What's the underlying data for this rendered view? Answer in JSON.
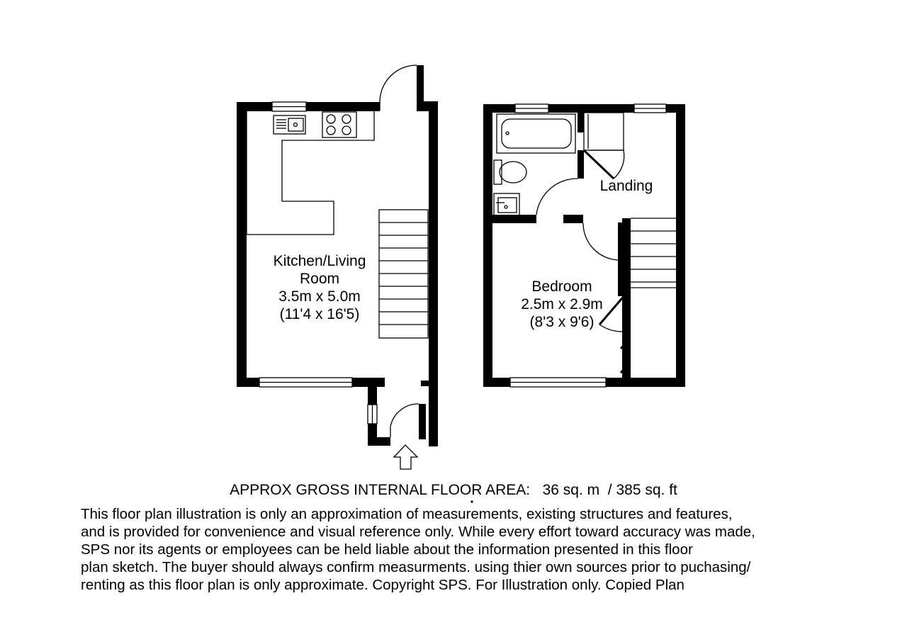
{
  "rooms": {
    "kitchen": {
      "name_line1": "Kitchen/Living",
      "name_line2": "Room",
      "metric": "3.5m x 5.0m",
      "imperial": "(11'4 x 16'5)"
    },
    "bedroom": {
      "name": "Bedroom",
      "metric": "2.5m x 2.9m",
      "imperial": "(8'3 x 9'6)"
    },
    "landing": {
      "name": "Landing"
    }
  },
  "floor_area": "APPROX GROSS INTERNAL FLOOR AREA:   36 sq. m  / 385 sq. ft",
  "disclaimer": [
    " This floor plan illustration is only an approximation of measurements, existing structures and features,",
    "and is provided for convenience and visual reference only. While every effort toward accuracy was made,",
    "SPS nor its agents or employees can be held liable about the information presented in this floor",
    "plan sketch. The buyer should always confirm measurments. using thier own sources prior to puchasing/",
    "renting as this floor plan is only approximate. Copyright SPS. For Illustration only. Copied Plan"
  ],
  "icons": {
    "entrance": "entrance-arrow-icon"
  }
}
